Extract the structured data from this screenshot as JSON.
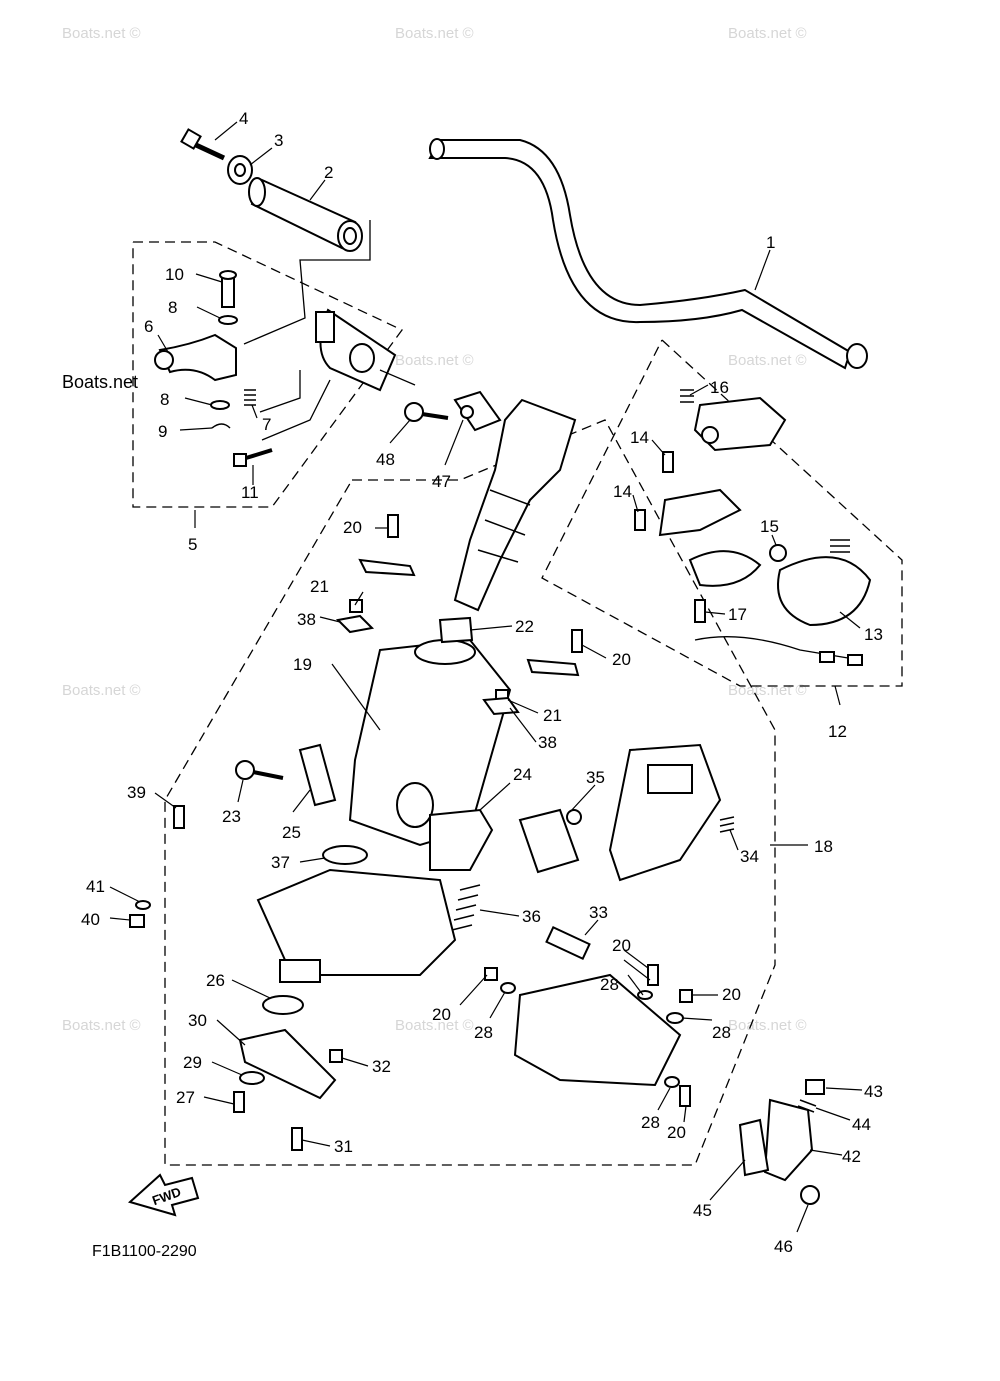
{
  "diagram_code": "F1B1100-2290",
  "fwd_label": "FWD",
  "watermarks": {
    "light": "Boats.net ©",
    "dark": "Boats.net"
  },
  "callouts": [
    "1",
    "2",
    "3",
    "4",
    "5",
    "6",
    "7",
    "8",
    "8",
    "9",
    "10",
    "11",
    "12",
    "13",
    "14",
    "14",
    "15",
    "16",
    "17",
    "18",
    "19",
    "20",
    "20",
    "20",
    "20",
    "20",
    "20",
    "20",
    "21",
    "21",
    "22",
    "23",
    "24",
    "25",
    "26",
    "27",
    "28",
    "28",
    "28",
    "28",
    "29",
    "30",
    "31",
    "32",
    "33",
    "34",
    "35",
    "36",
    "37",
    "38",
    "38",
    "39",
    "40",
    "41",
    "42",
    "43",
    "44",
    "45",
    "46",
    "47",
    "48"
  ]
}
